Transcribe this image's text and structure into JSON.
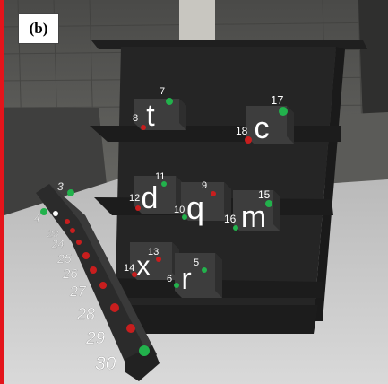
{
  "panel_label": "(b)",
  "colors": {
    "accent_red": "#e4141b",
    "marker_green": "#22b24c",
    "marker_red": "#c81e1e",
    "shelf": "#2a2a2a",
    "box": "#3a3a3a"
  },
  "boxes": [
    {
      "letter": "t",
      "ids": [
        "7",
        "8"
      ]
    },
    {
      "letter": "c",
      "ids": [
        "17",
        "18"
      ]
    },
    {
      "letter": "d",
      "ids": [
        "11",
        "12"
      ]
    },
    {
      "letter": "q",
      "ids": [
        "9",
        "10"
      ]
    },
    {
      "letter": "m",
      "ids": [
        "15",
        "16"
      ]
    },
    {
      "letter": "x",
      "ids": [
        "13",
        "14"
      ]
    },
    {
      "letter": "r",
      "ids": [
        "5",
        "6"
      ]
    }
  ],
  "wand_labels": [
    "3",
    "4",
    "23",
    "24",
    "25",
    "26",
    "27",
    "28",
    "29",
    "30"
  ]
}
